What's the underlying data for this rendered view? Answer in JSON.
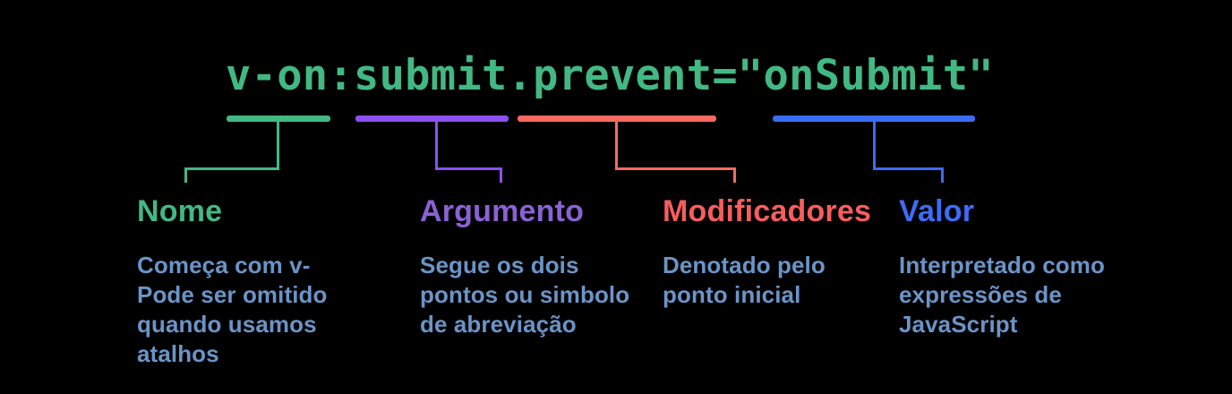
{
  "background": "#000000",
  "description_color": "#6b94c7",
  "code": {
    "full": "v-on:submit.prevent=\"onSubmit\"",
    "color": "#42b883"
  },
  "groups": [
    {
      "id": "name",
      "covers": "v-on",
      "label": "Nome",
      "description": "Começa com v-\nPode ser omitido\nquando usamos\natalhos",
      "line_color": "#42b883",
      "label_color": "#42b883"
    },
    {
      "id": "argument",
      "covers": "submit",
      "label": "Argumento",
      "description": "Segue os dois\npontos ou simbolo\nde abreviação",
      "line_color": "#8b50f0",
      "label_color": "#8a62d4"
    },
    {
      "id": "modifiers",
      "covers": ".prevent",
      "label": "Modificadores",
      "description": "Denotado pelo\nponto inicial",
      "line_color": "#f96960",
      "label_color": "#f75d5d"
    },
    {
      "id": "value",
      "covers": "onSubmit",
      "label": "Valor",
      "description": "Interpretado como\nexpressões de\nJavaScript",
      "line_color": "#3a6cf4",
      "label_color": "#3e6cf7"
    }
  ]
}
